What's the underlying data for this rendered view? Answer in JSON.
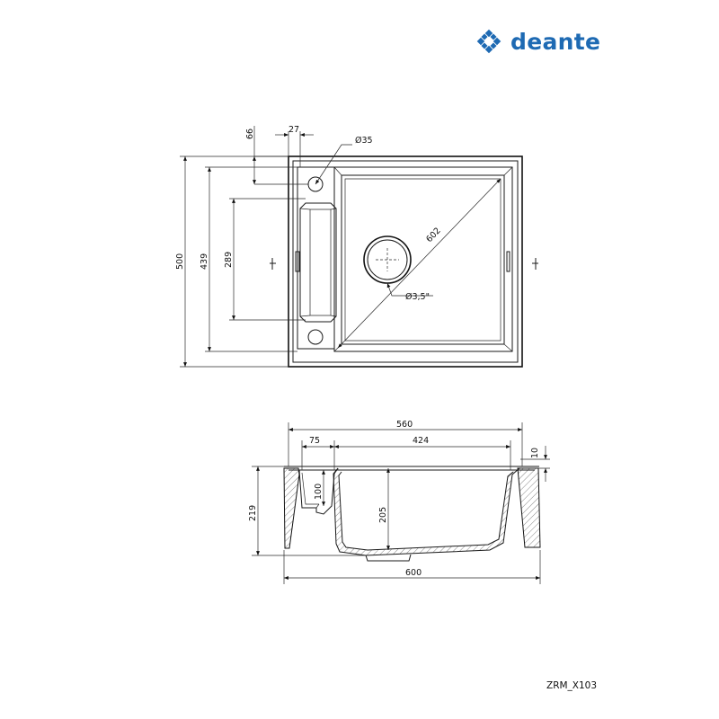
{
  "brand": {
    "name": "deante",
    "color": "#1e6ab3",
    "icon": "deante-logo-icon"
  },
  "product_code": "ZRM_X103",
  "top_view": {
    "dims": {
      "d66": "66",
      "d27": "27",
      "d35": "Ø35",
      "d500": "500",
      "d439": "439",
      "d289": "289",
      "d602": "602",
      "d3_5": "Ø3,5\""
    }
  },
  "section_view": {
    "dims": {
      "d560": "560",
      "d75": "75",
      "d424": "424",
      "d10": "10",
      "d100": "100",
      "d205": "205",
      "d219": "219",
      "d600": "600"
    }
  }
}
